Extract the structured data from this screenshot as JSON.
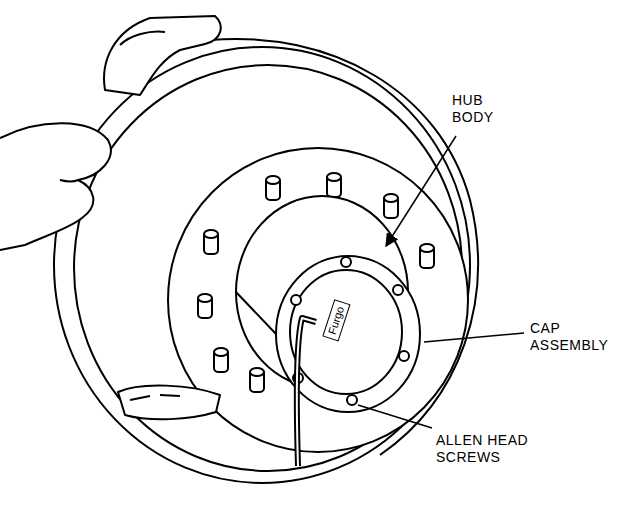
{
  "diagram": {
    "labels": [
      "HUB BODY",
      "CAP ASSEMBLY",
      "ALLEN HEAD SCREWS",
      "Furgo"
    ]
  }
}
